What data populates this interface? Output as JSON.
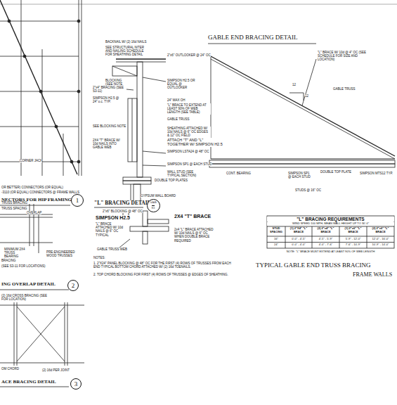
{
  "diagram": {
    "nodes": [
      {
        "text": [
          "1"
        ]
      },
      {
        "text": [
          "2"
        ]
      },
      {
        "text": [
          "3"
        ]
      },
      {
        "text": [
          "A&B",
          "S3"
        ]
      }
    ],
    "labels": [
      "CORNER JACK",
      "OR BETTER) CONNECTORS (OR EQUAL)",
      "-3110 (OR EQUAL) CONNECTORS @ FRAME WALLS",
      "NECTORS FOR HIP FRAMING",
      "BACKNAIL W/ (2) 16d NAILS",
      "SEE STRUCTURAL NITER AND NAILING SCHEDULE FOR SHEATHING DETAIL",
      "2\"x6\" OUTLOOKER @ 24\" OC",
      "BLOCKING (SEE NOTE #3)",
      "SIMPSON H2.5 OR EQUAL @ OUTLOOKER",
      "2\"x4\" BRACING (SEE S3-11)",
      "SIMPSON H2.5 @ 24\" o.c. TYP.",
      "24\" MAX OH",
      "\"L\" BRACE TO EXTEND AT LEAST 90% OF WEB LENGTH (SEE TABLE)",
      "GABLE TRUSS",
      "SEE BLOCKING NOTE",
      "SHEATHING ATTACHED W/ 10d NAILS @ 6\" OC EDGES & 12\" OC FIELD",
      "2X4 \"T\" BRACE W/ 10d NAILS INTO GABLE WEB",
      "ATTACH \"T\" AND \"L\" TOGETHER W/ SIMPSON H2.5",
      "SIMPSON LSTA24 @ 48\" OC",
      "SIMPSON SP1 @ EACH STUD",
      "WALL STUD (SEE TYPICAL SECTION)",
      "DOUBLE TOP PLATES",
      "GYPSUM WALL BOARD",
      "\"L\" BRACING DETAIL",
      "2\"x6\" BLOCKING @ 48\" OC",
      "SIMPSON H2.5",
      "\"L\" BRACE ATTACHED W/ 10d NAILS @ 6\" OC TYPICAL",
      "2X4 \"T\" BRACE",
      "2x4 \"L\" BRACE ATTACHED W/ 10d NAILS @ 6\" OC WHEN DOUBLE BRACE REQUIRED",
      "GABLE TRUSS WEB",
      "NOTES:",
      "1. 2\"X24\" PANEL BLOCKING @ 48\" OC FOR THE FIRST (4) ROWS OF TRUSSES FROM EACH END TYPICAL BOTTOM CHORD ATTACHED W/ (2) 16d TOENAILS.",
      "2. TOP CHORD BLOCKING FOR FIRST (4) ROWS OF TRUSSES @ EDGES OF SHEATHING.",
      "GABLE END BRACING DETAIL",
      "\"L\" BRACE W/ 10d @ 4\" OC (SEE SCHEDULE FOR SIZE AND LOCATION)",
      "12",
      "12",
      "GABLE TRUSS",
      "CONT. BEARING",
      "SIMPSON SP1 @ EACH STUD",
      "DOUBLE TOP PLATE",
      "SIMPSON MTS12 TYP.",
      "STUDS @ 16\" OC",
      "\"L\" BRACING REQUIREMENTS",
      "WIND SPEED 100 MPH, MEAN WALL HEIGHT UP TO 30'-0\"",
      "STUD SPACING",
      "(1) 2\"X4\" \"L\" BRACE",
      "(2) 2\"x4\" \"L\" BRACE",
      "(1) 2\"x6\" \"L\" BRACE",
      "(2) 2\"x6\" \"L\" BRACE",
      "16\"",
      "0'-0\" - 4'-5\"",
      "4'-5\" - 5'-9\"",
      "5'-9\" - 12'-0\"",
      "12'-0\" - 16'-0\"",
      "24\"",
      "0'-0\" - 4'-0\"",
      "4'-0\" - 7'-6\"",
      "7'-6\" - 10'-9\"",
      "10'-9\" - 14'-0\"",
      "NOTE: \"L\" BRACE MUST EXTEND AT LEAST 90% OF WEB LENGTH",
      "TYPICAL GABLE END TRUSS BRACING",
      "FRAME WALLS",
      "TRUSS BRACING",
      "TRUSS SPACING",
      "OVERLAP",
      "MINIMUM 2X4 TRUSS BEARING",
      "PRE-ENGINEERED WOOD TRUSSES",
      "BRACING",
      "(SEE S3-11 FOR LOCATIONS)",
      "ING OVERLAP DETAIL",
      "(2) 16d CROSS BRACING (SEE FOR LOCATION)",
      "OM CHORD",
      "(2) 16d PER JOINT",
      "ACE BRACING DETAIL"
    ]
  }
}
